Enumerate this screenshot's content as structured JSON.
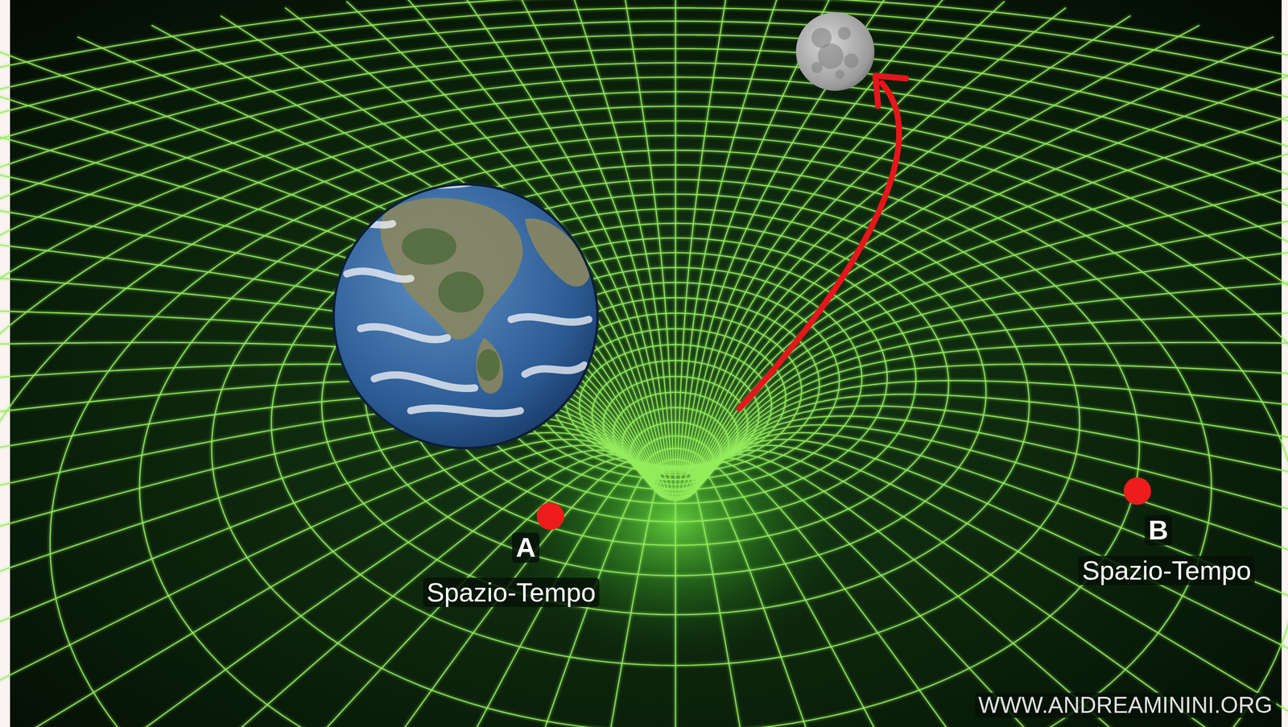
{
  "diagram": {
    "labels": [
      "A",
      "Spazio-Tempo",
      "B",
      "Spazio-Tempo",
      "WWW.ANDREAMININI.ORG"
    ]
  }
}
